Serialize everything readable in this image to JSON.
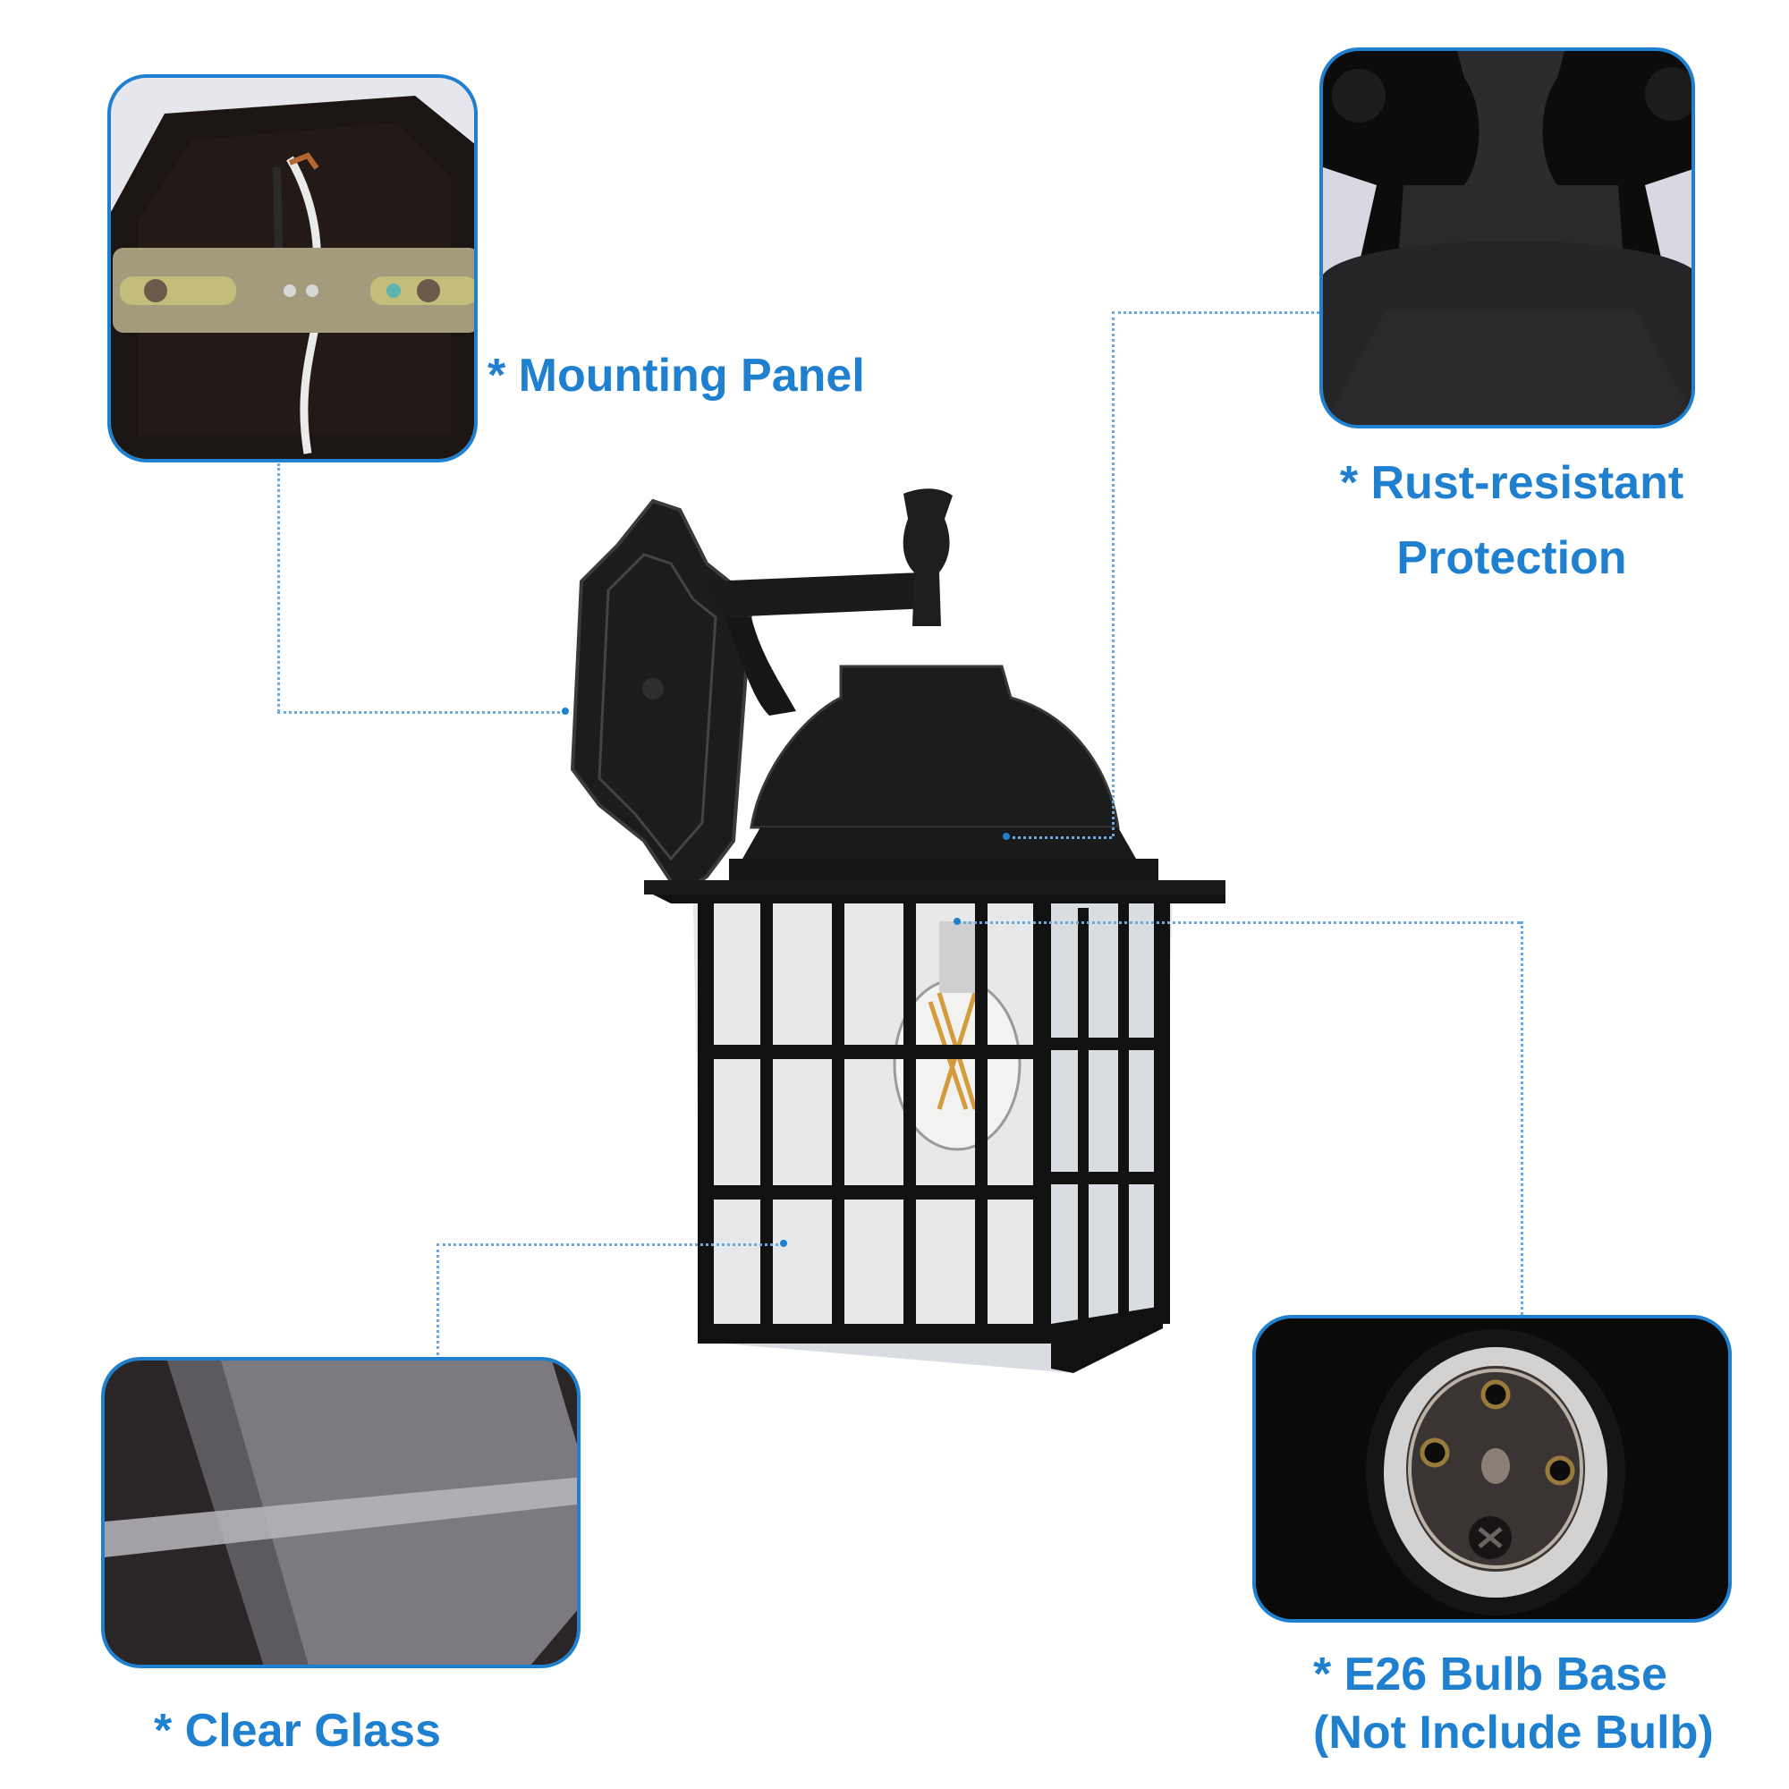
{
  "features": {
    "mounting_panel": {
      "label": "* Mounting Panel"
    },
    "rust_resistant": {
      "line1": "* Rust-resistant",
      "line2": "Protection"
    },
    "bulb_base": {
      "line1": "* E26 Bulb Base",
      "line2": "(Not Include Bulb)"
    },
    "clear_glass": {
      "label": "* Clear Glass"
    }
  },
  "colors": {
    "accent": "#1f80d0",
    "lamp_black": "#1a1a1a",
    "background": "#ffffff"
  }
}
